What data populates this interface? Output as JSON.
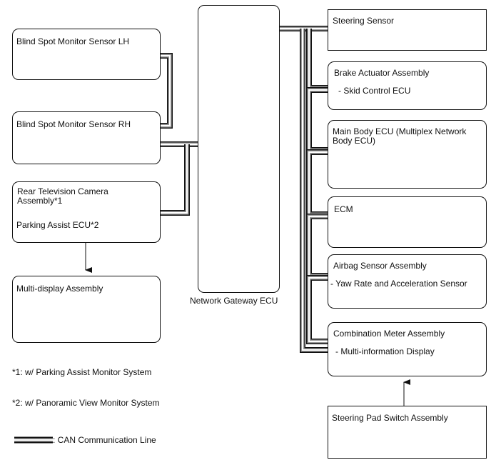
{
  "diagram": {
    "title": "CAN Communication System",
    "nodes": {
      "bsm_lh": {
        "label": "Blind Spot Monitor Sensor LH"
      },
      "bsm_rh": {
        "label": "Blind Spot Monitor Sensor RH"
      },
      "rear_camera": {
        "label_line1": "Rear Television Camera",
        "label_line2": "Assembly*1",
        "label_line3": "Parking Assist ECU*2"
      },
      "multi_display": {
        "label": "Multi-display Assembly"
      },
      "gateway": {
        "label": "Network Gateway ECU"
      },
      "steering_sensor": {
        "label": "Steering Sensor"
      },
      "brake_actuator": {
        "label": "Brake Actuator Assembly",
        "sub": "- Skid Control ECU"
      },
      "main_body": {
        "label_line1": "Main Body ECU (Multiplex Network",
        "label_line2": "Body ECU)"
      },
      "ecm": {
        "label": "ECM"
      },
      "airbag": {
        "label": "Airbag Sensor Assembly",
        "sub": "- Yaw Rate and Acceleration Sensor"
      },
      "combination_meter": {
        "label": "Combination Meter Assembly",
        "sub": "- Multi-information Display"
      },
      "steering_pad": {
        "label": "Steering Pad Switch Assembly"
      }
    },
    "edges": [
      {
        "from": "bsm_lh",
        "to": "bsm_rh",
        "type": "CAN"
      },
      {
        "from": "bsm_rh",
        "to": "gateway",
        "type": "CAN"
      },
      {
        "from": "rear_camera",
        "to": "gateway",
        "type": "CAN"
      },
      {
        "from": "rear_camera",
        "to": "multi_display",
        "type": "arrow"
      },
      {
        "from": "gateway",
        "to": "steering_sensor",
        "type": "CAN"
      },
      {
        "from": "gateway",
        "to": "brake_actuator",
        "type": "CAN"
      },
      {
        "from": "gateway",
        "to": "main_body",
        "type": "CAN"
      },
      {
        "from": "gateway",
        "to": "ecm",
        "type": "CAN"
      },
      {
        "from": "gateway",
        "to": "airbag",
        "type": "CAN"
      },
      {
        "from": "gateway",
        "to": "combination_meter",
        "type": "CAN"
      },
      {
        "from": "steering_pad",
        "to": "combination_meter",
        "type": "arrow"
      }
    ]
  },
  "notes": {
    "note1": "*1: w/ Parking Assist Monitor System",
    "note2": "*2: w/ Panoramic View Monitor System"
  },
  "legend": {
    "can_line": ": CAN Communication Line"
  },
  "colors": {
    "line": "#111111",
    "can_mid": "#9a9a9a",
    "background": "#ffffff"
  }
}
